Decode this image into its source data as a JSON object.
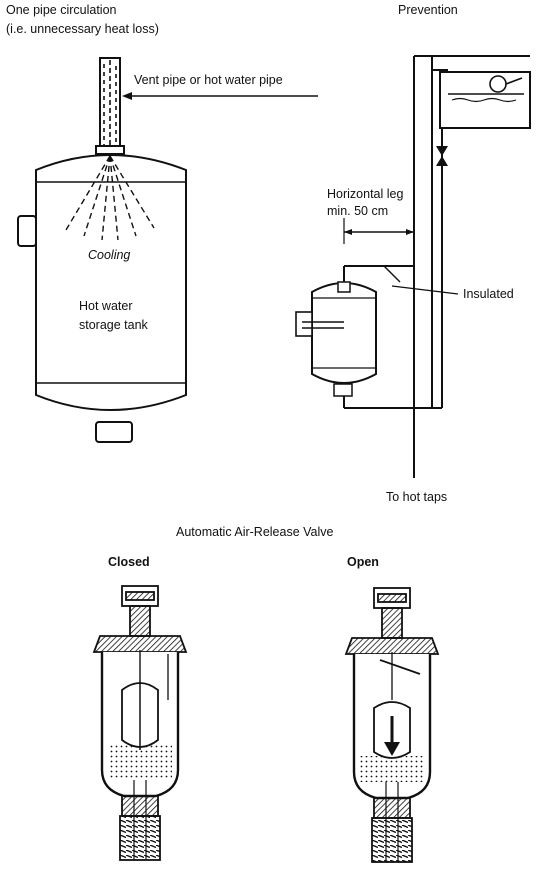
{
  "left_diagram": {
    "title_line1": "One pipe circulation",
    "title_line2": "(i.e. unnecessary heat loss)",
    "vent_label": "Vent pipe or hot water pipe",
    "cooling_label": "Cooling",
    "tank_label_line1": "Hot water",
    "tank_label_line2": "storage tank"
  },
  "right_diagram": {
    "title": "Prevention",
    "horizontal_leg_line1": "Horizontal leg",
    "horizontal_leg_line2": "min. 50 cm",
    "insulated_label": "Insulated",
    "taps_label": "To hot taps"
  },
  "valve_section": {
    "title": "Automatic Air-Release Valve",
    "closed_label": "Closed",
    "open_label": "Open"
  }
}
